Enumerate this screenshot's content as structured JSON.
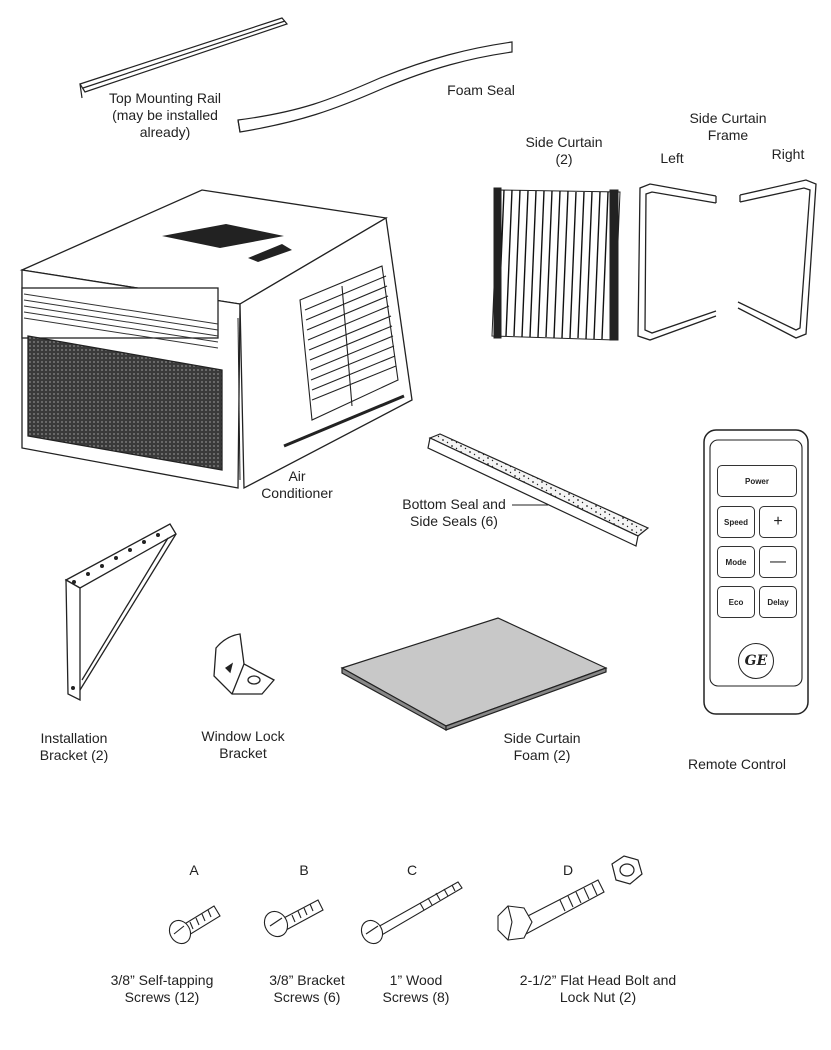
{
  "labels": {
    "top_rail": [
      "Top Mounting Rail",
      "(may be installed",
      "already)"
    ],
    "foam_seal": "Foam Seal",
    "side_curtain": [
      "Side Curtain",
      "(2)"
    ],
    "side_curtain_frame": [
      "Side Curtain",
      "Frame"
    ],
    "frame_left": "Left",
    "frame_right": "Right",
    "air_conditioner": [
      "Air",
      "Conditioner"
    ],
    "bottom_seal": [
      "Bottom Seal and",
      "Side Seals (6)"
    ],
    "installation_bracket": [
      "Installation",
      "Bracket (2)"
    ],
    "window_lock_bracket": [
      "Window Lock",
      "Bracket"
    ],
    "side_curtain_foam": [
      "Side Curtain",
      "Foam (2)"
    ],
    "remote_control": "Remote Control"
  },
  "remote": {
    "power": "Power",
    "speed": "Speed",
    "plus": "+",
    "mode": "Mode",
    "minus": "—",
    "eco": "Eco",
    "delay": "Delay",
    "logo": "GE"
  },
  "screws": [
    {
      "letter": "A",
      "caption": [
        "3/8” Self-tapping",
        "Screws (12)"
      ]
    },
    {
      "letter": "B",
      "caption": [
        "3/8” Bracket",
        "Screws (6)"
      ]
    },
    {
      "letter": "C",
      "caption": [
        "1” Wood",
        "Screws (8)"
      ]
    },
    {
      "letter": "D",
      "caption": [
        "2-1/2” Flat Head Bolt and",
        "Lock Nut (2)"
      ]
    }
  ]
}
